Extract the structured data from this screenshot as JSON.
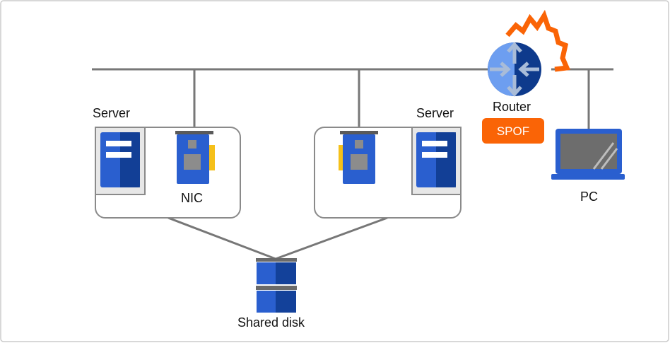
{
  "labels": {
    "server_left": "Server",
    "server_right": "Server",
    "nic": "NIC",
    "router": "Router",
    "spof": "SPOF",
    "pc": "PC",
    "shared_disk": "Shared disk"
  },
  "colors": {
    "frame_border": "#cccccc",
    "network_line": "#777777",
    "device_blue": "#2a5fcf",
    "device_blue_dark": "#0e3a8c",
    "server_bg": "#e7e7e7",
    "nic_chip": "#8c8c8c",
    "nic_connector": "#f5c01a",
    "spof_badge": "#fa6406",
    "failure_mark": "#fa6406"
  },
  "icons": {
    "server_left": "server-icon",
    "server_right": "server-icon",
    "nic_left": "nic-icon",
    "nic_right": "nic-icon",
    "router": "router-icon",
    "failure": "lightning-icon",
    "pc": "laptop-icon",
    "shared_disk": "disk-icon"
  }
}
